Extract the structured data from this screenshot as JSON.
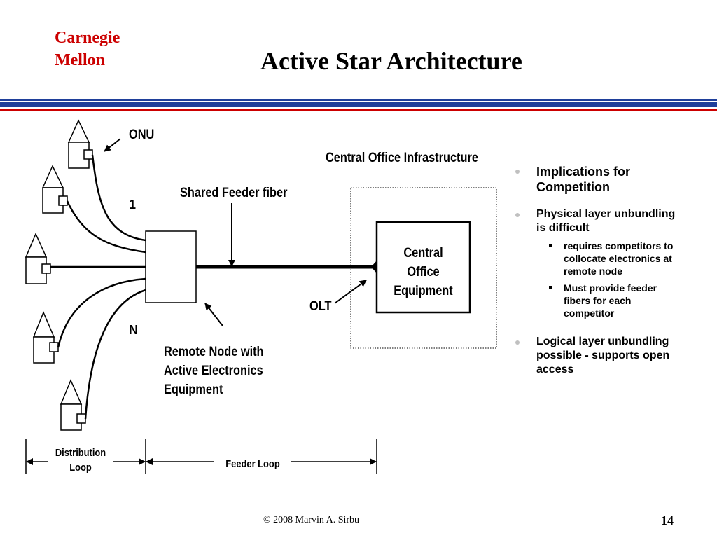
{
  "header": {
    "brand_line1": "Carnegie",
    "brand_line2": "Mellon",
    "title": "Active Star Architecture"
  },
  "colors": {
    "brand": "#cc0000",
    "band_blue": "#1f3f9a",
    "band_red": "#cc0000"
  },
  "diagram": {
    "onu_label": "ONU",
    "onu_first": "1",
    "onu_last": "N",
    "shared_feeder_label": "Shared Feeder fiber",
    "co_infrastructure_label": "Central Office Infrastructure",
    "co_equipment": [
      "Central",
      "Office",
      "Equipment"
    ],
    "olt_label": "OLT",
    "remote_node": [
      "Remote Node with",
      "Active Electronics",
      "Equipment"
    ],
    "distribution_loop": [
      "Distribution",
      "Loop"
    ],
    "feeder_loop": "Feeder Loop"
  },
  "bullets": {
    "b1": "Implications for Competition",
    "b2": "Physical layer unbundling is difficult",
    "b2_sub": [
      "requires competitors to collocate electronics at remote node",
      "Must provide feeder fibers for each competitor"
    ],
    "b3": "Logical layer unbundling possible - supports open access"
  },
  "footer": {
    "copyright": "©  2008  Marvin A. Sirbu",
    "page": "14"
  }
}
